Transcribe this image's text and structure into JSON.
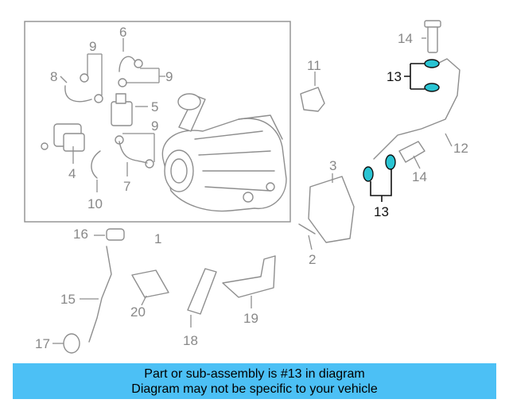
{
  "callouts": {
    "c1": "1",
    "c2": "2",
    "c3": "3",
    "c4": "4",
    "c5": "5",
    "c6": "6",
    "c7": "7",
    "c8": "8",
    "c9a": "9",
    "c9b": "9",
    "c9c": "9",
    "c10": "10",
    "c11": "11",
    "c12": "12",
    "c13a": "13",
    "c13b": "13",
    "c14a": "14",
    "c14b": "14",
    "c15": "15",
    "c16": "16",
    "c17": "17",
    "c18": "18",
    "c19": "19",
    "c20": "20"
  },
  "banner": {
    "line1": "Part or sub-assembly is #13 in diagram",
    "line2": "Diagram may not be specific to your vehicle"
  },
  "colors": {
    "banner_bg": "#4cc0f5",
    "highlight_part": "#29c4d3",
    "line_gray": "#8e8e8e"
  }
}
